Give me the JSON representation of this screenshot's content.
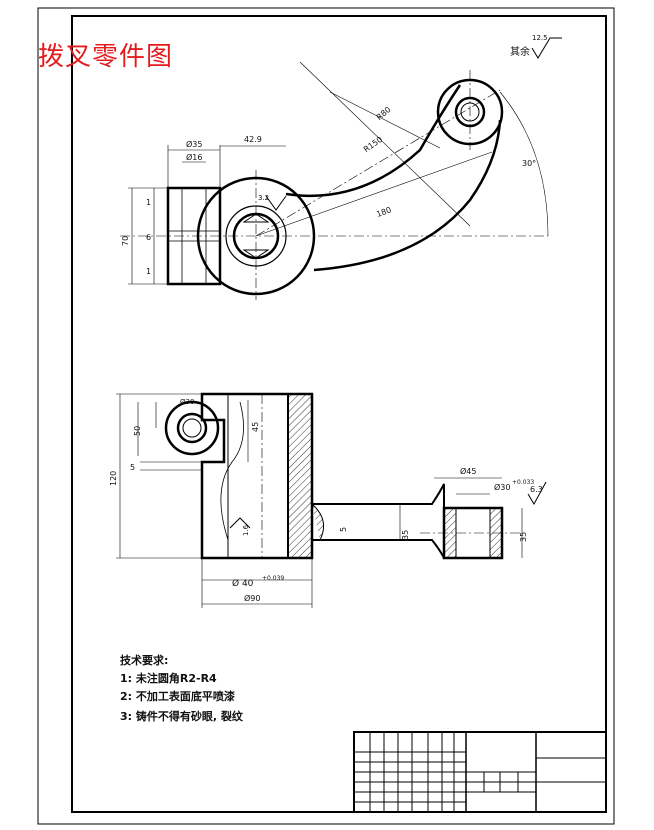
{
  "title": "拨叉零件图",
  "surface_note": {
    "label": "其余",
    "value": "12.5"
  },
  "top_view": {
    "dims": {
      "d1": "Ø35",
      "d2": "Ø16",
      "d3": "42.9",
      "d4": "70",
      "d5": "1",
      "d6": "6",
      "d7": "1",
      "d8": "R80",
      "d9": "R150",
      "d10": "180",
      "d11": "30°",
      "d12": "3.2"
    }
  },
  "front_view": {
    "dims": {
      "d1": "Ø30",
      "d2": "50",
      "d3": "45",
      "d4": "5",
      "d5": "120",
      "d6": "Ø45",
      "d7": "Ø30",
      "d8": "+0.033",
      "d9": "6.3",
      "d10": "1.6",
      "d11": "5",
      "d12": "35",
      "d13": "35",
      "d14": "Ø 40",
      "d15": "+0.039",
      "d16": "Ø90"
    }
  },
  "requirements": {
    "heading": "技术要求:",
    "items": [
      "1: 未注圆角R2-R4",
      "2: 不加工表面底平喷漆",
      "3: 铸件不得有砂眼, 裂纹"
    ]
  }
}
